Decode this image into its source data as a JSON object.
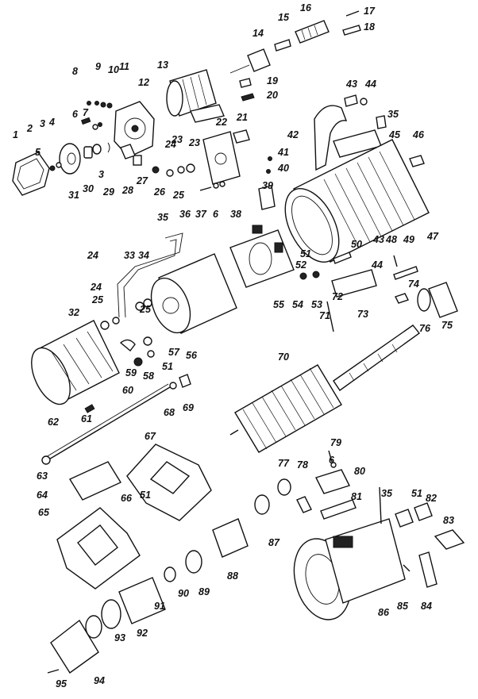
{
  "diagram": {
    "type": "exploded-parts-view",
    "ink_color": "#111111",
    "paper_color": "#ffffff",
    "part_numbers": [
      "1",
      "2",
      "3",
      "4",
      "5",
      "6",
      "7",
      "8",
      "9",
      "10",
      "11",
      "12",
      "13",
      "14",
      "15",
      "16",
      "17",
      "18",
      "19",
      "20",
      "21",
      "22",
      "23",
      "24",
      "25",
      "26",
      "27",
      "28",
      "29",
      "30",
      "31",
      "32",
      "33",
      "34",
      "35",
      "36",
      "37",
      "38",
      "39",
      "40",
      "41",
      "42",
      "43",
      "44",
      "45",
      "46",
      "47",
      "48",
      "49",
      "50",
      "51",
      "52",
      "53",
      "54",
      "55",
      "56",
      "57",
      "58",
      "59",
      "60",
      "61",
      "62",
      "63",
      "64",
      "65",
      "66",
      "67",
      "68",
      "69",
      "70",
      "71",
      "72",
      "73",
      "74",
      "75",
      "76",
      "77",
      "78",
      "79",
      "80",
      "81",
      "82",
      "83",
      "84",
      "85",
      "86",
      "87",
      "88",
      "89",
      "90",
      "91",
      "92",
      "93",
      "94",
      "95"
    ],
    "labels": [
      {
        "t": "1"
      },
      {
        "t": "2"
      },
      {
        "t": "3"
      },
      {
        "t": "4"
      },
      {
        "t": "5"
      },
      {
        "t": "6"
      },
      {
        "t": "7"
      },
      {
        "t": "8"
      },
      {
        "t": "9"
      },
      {
        "t": "10"
      },
      {
        "t": "11"
      },
      {
        "t": "12"
      },
      {
        "t": "13"
      },
      {
        "t": "14"
      },
      {
        "t": "15"
      },
      {
        "t": "16"
      },
      {
        "t": "17"
      },
      {
        "t": "18"
      },
      {
        "t": "19"
      },
      {
        "t": "20"
      },
      {
        "t": "21"
      },
      {
        "t": "22"
      },
      {
        "t": "23"
      },
      {
        "t": "23"
      },
      {
        "t": "24"
      },
      {
        "t": "24"
      },
      {
        "t": "24"
      },
      {
        "t": "25"
      },
      {
        "t": "25"
      },
      {
        "t": "25"
      },
      {
        "t": "26"
      },
      {
        "t": "27"
      },
      {
        "t": "28"
      },
      {
        "t": "29"
      },
      {
        "t": "3"
      },
      {
        "t": "30"
      },
      {
        "t": "31"
      },
      {
        "t": "32"
      },
      {
        "t": "33"
      },
      {
        "t": "34"
      },
      {
        "t": "35"
      },
      {
        "t": "35"
      },
      {
        "t": "35"
      },
      {
        "t": "36"
      },
      {
        "t": "37"
      },
      {
        "t": "6"
      },
      {
        "t": "38"
      },
      {
        "t": "39"
      },
      {
        "t": "40"
      },
      {
        "t": "41"
      },
      {
        "t": "42"
      },
      {
        "t": "43"
      },
      {
        "t": "43"
      },
      {
        "t": "44"
      },
      {
        "t": "44"
      },
      {
        "t": "45"
      },
      {
        "t": "46"
      },
      {
        "t": "47"
      },
      {
        "t": "48"
      },
      {
        "t": "49"
      },
      {
        "t": "50"
      },
      {
        "t": "51"
      },
      {
        "t": "51"
      },
      {
        "t": "51"
      },
      {
        "t": "51"
      },
      {
        "t": "52"
      },
      {
        "t": "53"
      },
      {
        "t": "54"
      },
      {
        "t": "55"
      },
      {
        "t": "56"
      },
      {
        "t": "57"
      },
      {
        "t": "58"
      },
      {
        "t": "59"
      },
      {
        "t": "60"
      },
      {
        "t": "61"
      },
      {
        "t": "62"
      },
      {
        "t": "63"
      },
      {
        "t": "64"
      },
      {
        "t": "65"
      },
      {
        "t": "66"
      },
      {
        "t": "67"
      },
      {
        "t": "68"
      },
      {
        "t": "69"
      },
      {
        "t": "70"
      },
      {
        "t": "71"
      },
      {
        "t": "72"
      },
      {
        "t": "73"
      },
      {
        "t": "74"
      },
      {
        "t": "75"
      },
      {
        "t": "76"
      },
      {
        "t": "77"
      },
      {
        "t": "78"
      },
      {
        "t": "79"
      },
      {
        "t": "6"
      },
      {
        "t": "80"
      },
      {
        "t": "81"
      },
      {
        "t": "82"
      },
      {
        "t": "83"
      },
      {
        "t": "84"
      },
      {
        "t": "85"
      },
      {
        "t": "86"
      },
      {
        "t": "87"
      },
      {
        "t": "88"
      },
      {
        "t": "89"
      },
      {
        "t": "90"
      },
      {
        "t": "91"
      },
      {
        "t": "92"
      },
      {
        "t": "93"
      },
      {
        "t": "94"
      },
      {
        "t": "95"
      }
    ]
  }
}
